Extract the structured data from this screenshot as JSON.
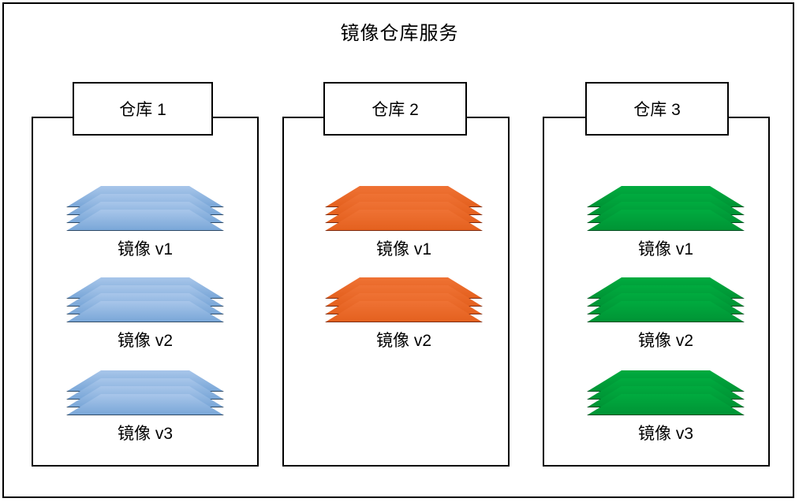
{
  "diagram": {
    "title": "镜像仓库服务",
    "colors": {
      "blue_fill": "#8ab4e0",
      "blue_stroke": "#2f4a66",
      "orange_fill": "#e8662a",
      "orange_stroke": "#7d2a10",
      "green_fill": "#00a13a",
      "green_stroke": "#044b20",
      "outline": "#000000",
      "background": "#ffffff"
    },
    "repositories": [
      {
        "header": "仓库 1",
        "color": "blue",
        "images": [
          {
            "label": "镜像 v1",
            "layers": 4
          },
          {
            "label": "镜像 v2",
            "layers": 4
          },
          {
            "label": "镜像 v3",
            "layers": 4
          }
        ]
      },
      {
        "header": "仓库 2",
        "color": "orange",
        "images": [
          {
            "label": "镜像 v1",
            "layers": 4
          },
          {
            "label": "镜像 v2",
            "layers": 4
          }
        ]
      },
      {
        "header": "仓库 3",
        "color": "green",
        "images": [
          {
            "label": "镜像 v1",
            "layers": 4
          },
          {
            "label": "镜像 v2",
            "layers": 4
          },
          {
            "label": "镜像 v3",
            "layers": 4
          }
        ]
      }
    ]
  }
}
